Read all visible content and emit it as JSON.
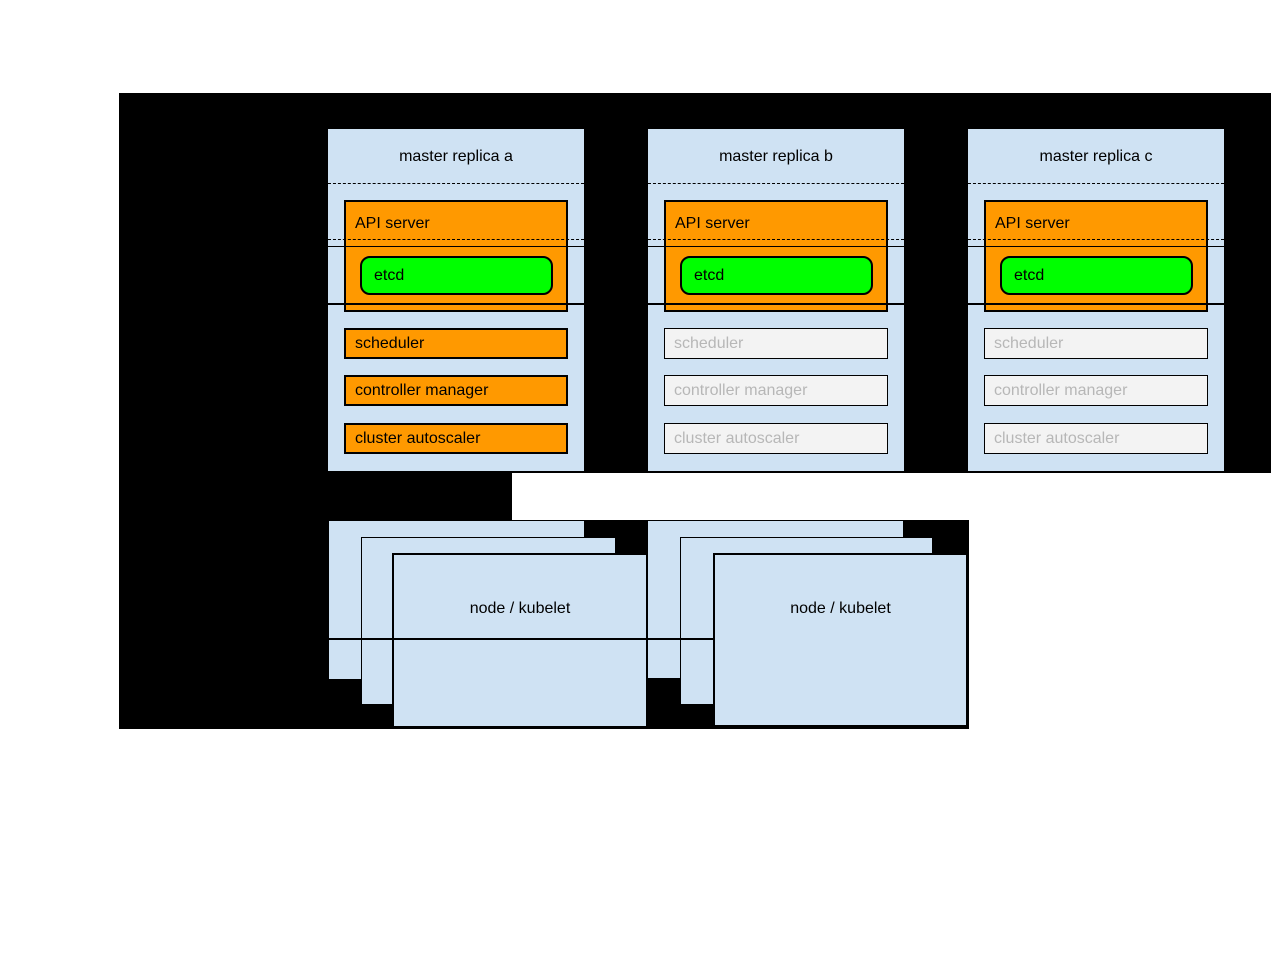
{
  "canvas": {
    "page_background": "#ffffff",
    "canvas_background": "#000000"
  },
  "colors": {
    "panel_blue": "#cfe2f3",
    "active_orange": "#ff9900",
    "etcd_green": "#00ff00",
    "inactive_fill": "#f3f3f3",
    "inactive_text": "#b7b7b7",
    "text_black": "#000000"
  },
  "masters": [
    {
      "title": "master replica a",
      "api_server_label": "API server",
      "etcd_label": "etcd",
      "components": [
        {
          "label": "scheduler",
          "highlighted": true
        },
        {
          "label": "controller manager",
          "highlighted": true
        },
        {
          "label": "cluster autoscaler",
          "highlighted": true
        }
      ]
    },
    {
      "title": "master replica b",
      "api_server_label": "API server",
      "etcd_label": "etcd",
      "components": [
        {
          "label": "scheduler",
          "highlighted": false
        },
        {
          "label": "controller manager",
          "highlighted": false
        },
        {
          "label": "cluster autoscaler",
          "highlighted": false
        }
      ]
    },
    {
      "title": "master replica c",
      "api_server_label": "API server",
      "etcd_label": "etcd",
      "components": [
        {
          "label": "scheduler",
          "highlighted": false
        },
        {
          "label": "controller manager",
          "highlighted": false
        },
        {
          "label": "cluster autoscaler",
          "highlighted": false
        }
      ]
    }
  ],
  "node_groups": [
    {
      "label": "node / kubelet",
      "stack_count": 3
    },
    {
      "label": "node / kubelet",
      "stack_count": 3
    }
  ]
}
